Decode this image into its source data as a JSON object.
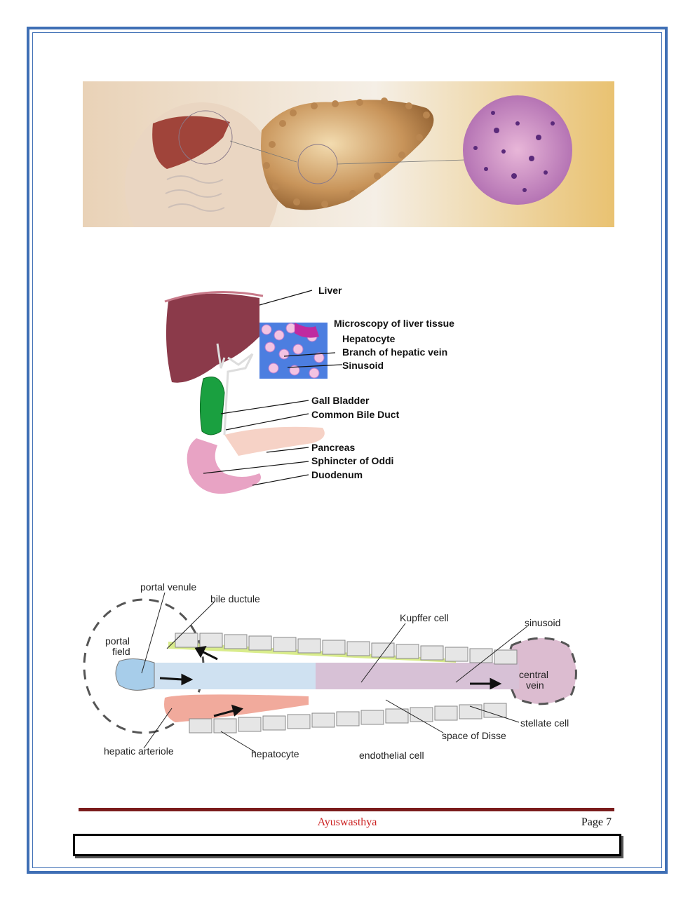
{
  "diagram1": {
    "labels": {
      "liver": "Liver",
      "microscopy": "Microscopy of liver tissue",
      "hepatocyte": "Hepatocyte",
      "hepatic_vein": "Branch of hepatic vein",
      "sinusoid": "Sinusoid",
      "gall_bladder": "Gall Bladder",
      "common_bile_duct": "Common Bile Duct",
      "pancreas": "Pancreas",
      "sphincter": "Sphincter of Oddi",
      "duodenum": "Duodenum"
    }
  },
  "diagram2": {
    "labels": {
      "portal_venule": "portal venule",
      "bile_ductule": "bile ductule",
      "portal_field_1": "portal",
      "portal_field_2": "field",
      "kupffer": "Kupffer cell",
      "sinusoid": "sinusoid",
      "central_vein_1": "central",
      "central_vein_2": "vein",
      "stellate": "stellate cell",
      "space_disse": "space of Disse",
      "hepatic_arteriole": "hepatic arteriole",
      "hepatocyte": "hepatocyte",
      "endothelial": "endothelial cell"
    }
  },
  "footer": {
    "center_text": "Ayuswasthya",
    "page_label": "Page 7"
  }
}
